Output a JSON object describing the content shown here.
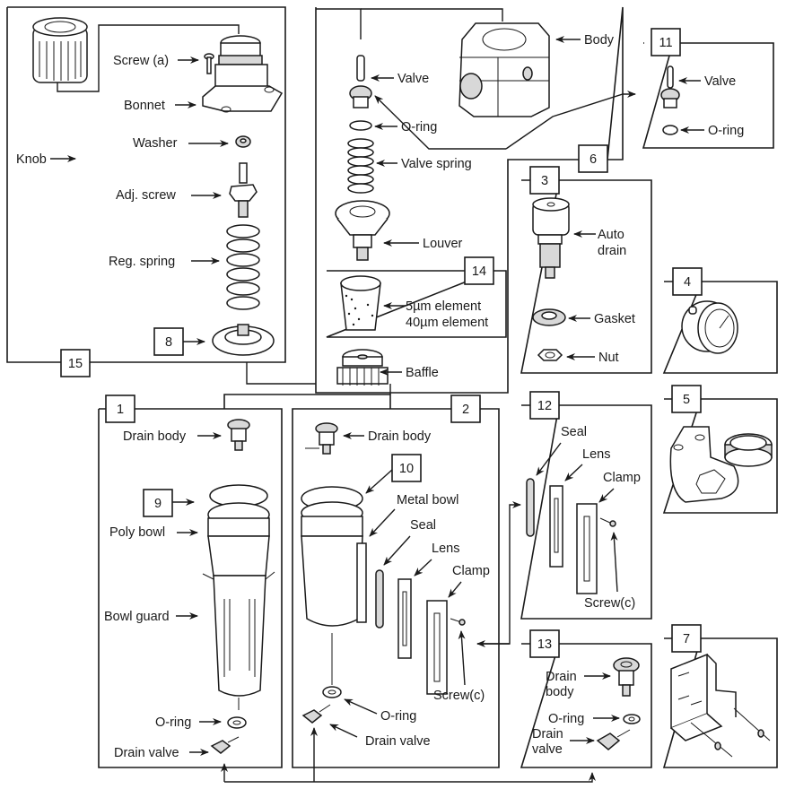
{
  "diagram": {
    "title": "Filter regulator exploded parts diagram",
    "groups": [
      {
        "number": "15",
        "labels": [
          "Knob",
          "Screw (a)",
          "Bonnet",
          "Washer",
          "Adj. screw",
          "Reg. spring"
        ]
      },
      {
        "number": "8",
        "labels": []
      },
      {
        "number": "6",
        "labels": [
          "Body",
          "Valve",
          "O-ring",
          "Valve spring",
          "Louver",
          "Baffle"
        ]
      },
      {
        "number": "14",
        "labels": [
          "5µm element",
          "40µm element"
        ]
      },
      {
        "number": "11",
        "labels": [
          "Valve",
          "O-ring"
        ]
      },
      {
        "number": "3",
        "labels": [
          "Auto drain",
          "Gasket",
          "Nut"
        ]
      },
      {
        "number": "4",
        "labels": []
      },
      {
        "number": "5",
        "labels": []
      },
      {
        "number": "1",
        "labels": [
          "Drain body",
          "Poly bowl",
          "Bowl guard",
          "O-ring",
          "Drain valve"
        ]
      },
      {
        "number": "9",
        "labels": []
      },
      {
        "number": "2",
        "labels": [
          "Drain body",
          "Metal bowl",
          "Seal",
          "Lens",
          "Clamp",
          "Screw(c)",
          "O-ring",
          "Drain valve"
        ]
      },
      {
        "number": "10",
        "labels": []
      },
      {
        "number": "12",
        "labels": [
          "Seal",
          "Lens",
          "Clamp",
          "Screw(c)"
        ]
      },
      {
        "number": "13",
        "labels": [
          "Drain body",
          "O-ring",
          "Drain valve"
        ]
      },
      {
        "number": "7",
        "labels": []
      }
    ]
  },
  "numbers": {
    "n15": "15",
    "n8": "8",
    "n6": "6",
    "n14": "14",
    "n11": "11",
    "n3": "3",
    "n4": "4",
    "n5": "5",
    "n1": "1",
    "n9": "9",
    "n2": "2",
    "n10": "10",
    "n12": "12",
    "n13": "13",
    "n7": "7"
  },
  "labels": {
    "knob": "Knob",
    "screw_a": "Screw (a)",
    "bonnet": "Bonnet",
    "washer": "Washer",
    "adj_screw": "Adj. screw",
    "reg_spring": "Reg. spring",
    "body": "Body",
    "valve": "Valve",
    "oring_main": "O-ring",
    "valve_spring": "Valve spring",
    "louver": "Louver",
    "element_5": "5µm element",
    "element_40": "40µm element",
    "baffle": "Baffle",
    "valve_11": "Valve",
    "oring_11": "O-ring",
    "auto_drain_1": "Auto",
    "auto_drain_2": "drain",
    "gasket": "Gasket",
    "nut": "Nut",
    "drain_body_1": "Drain body",
    "poly_bowl": "Poly bowl",
    "bowl_guard": "Bowl guard",
    "oring_1": "O-ring",
    "drain_valve_1": "Drain valve",
    "drain_body_2": "Drain body",
    "metal_bowl": "Metal bowl",
    "seal_2": "Seal",
    "lens_2": "Lens",
    "clamp_2": "Clamp",
    "screw_c_2": "Screw(c)",
    "oring_2": "O-ring",
    "drain_valve_2": "Drain valve",
    "seal_12": "Seal",
    "lens_12": "Lens",
    "clamp_12": "Clamp",
    "screw_c_12": "Screw(c)",
    "drain_body_13a": "Drain",
    "drain_body_13b": "body",
    "oring_13": "O-ring",
    "drain_valve_13a": "Drain",
    "drain_valve_13b": "valve"
  }
}
